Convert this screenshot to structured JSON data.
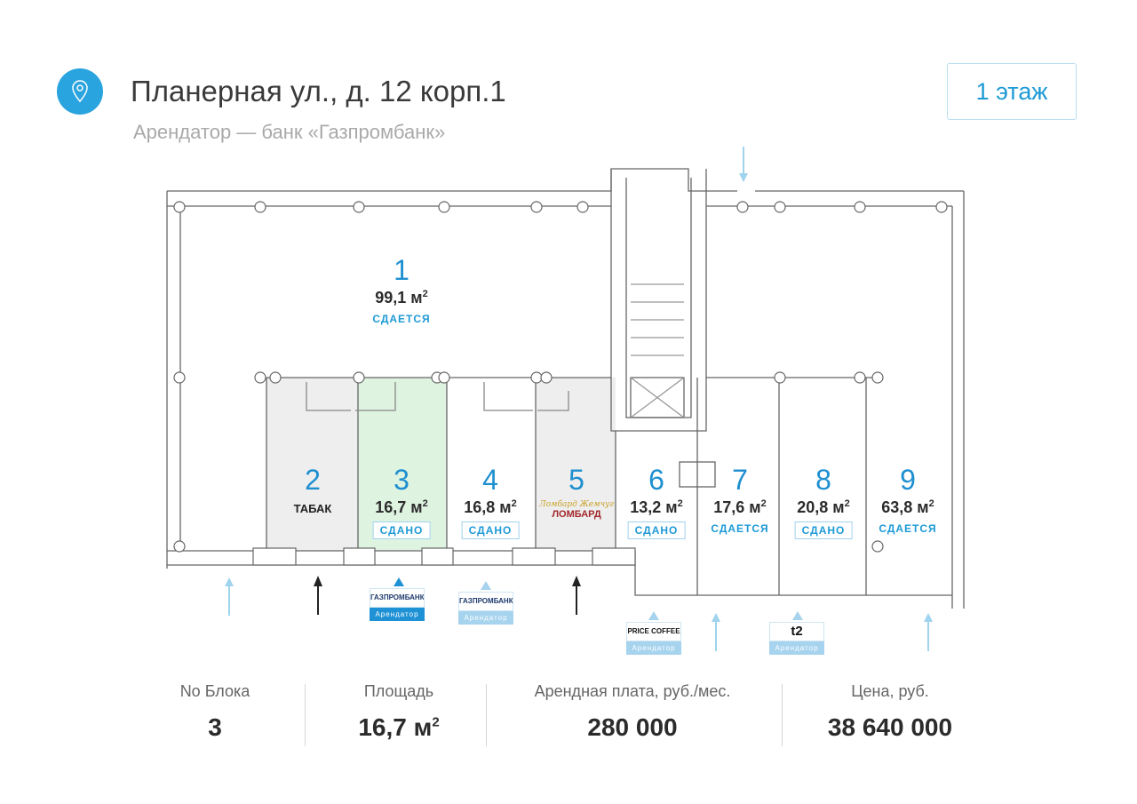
{
  "header": {
    "address": "Планерная ул., д. 12 корп.1",
    "tenant_note": "Арендатор — банк «Газпромбанк»",
    "floor_button": "1 этаж"
  },
  "units": [
    {
      "number": "1",
      "area": "99,1 м",
      "status": "СДАЕТСЯ"
    },
    {
      "number": "2",
      "tag": "ТАБАК"
    },
    {
      "number": "3",
      "area": "16,7 м",
      "status": "СДАНО"
    },
    {
      "number": "4",
      "area": "16,8 м",
      "status": "СДАНО"
    },
    {
      "number": "5",
      "tag_script": "Ломбард Жемчуг",
      "tag": "ЛОМБАРД"
    },
    {
      "number": "6",
      "area": "13,2 м",
      "status": "СДАНО"
    },
    {
      "number": "7",
      "area": "17,6 м",
      "status": "СДАЕТСЯ"
    },
    {
      "number": "8",
      "area": "20,8 м",
      "status": "СДАНО"
    },
    {
      "number": "9",
      "area": "63,8 м",
      "status": "СДАЕТСЯ"
    }
  ],
  "area_sup": "2",
  "tenants": [
    {
      "logo": "ГАЗПРОМБАНК",
      "label": "Арендатор"
    },
    {
      "logo": "ГАЗПРОМБАНК",
      "label": "Арендатор"
    },
    {
      "logo": "PRICE COFFEE",
      "label": "Арендатор"
    },
    {
      "logo": "t2",
      "label": "Арендатор"
    }
  ],
  "summary": {
    "block_label": "No Блока",
    "block_value": "3",
    "area_label": "Площадь",
    "area_value": "16,7 м",
    "rent_label": "Арендная плата, руб./мес.",
    "rent_value": "280 000",
    "price_label": "Цена, руб.",
    "price_value": "38 640 000"
  },
  "colors": {
    "accent": "#2aa4df",
    "rented_fill": "#dff3e1",
    "taken_fill": "#eeeeee"
  }
}
